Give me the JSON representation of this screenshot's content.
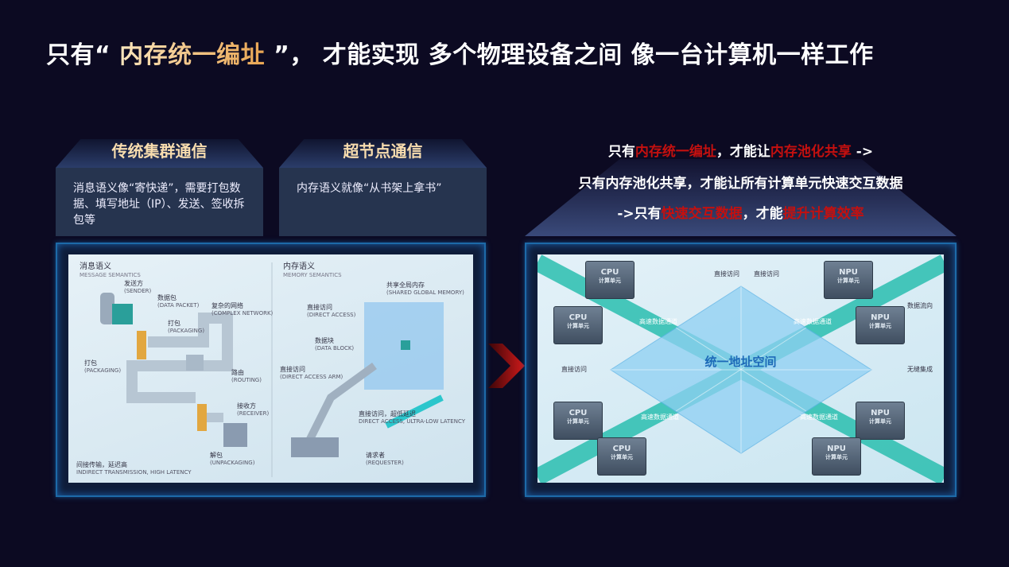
{
  "title": {
    "prefix": "只有“ ",
    "highlight": "内存统一编址",
    "suffix": " ”， 才能实现 多个物理设备之间 像一台计算机一样工作"
  },
  "cards": [
    {
      "title": "传统集群通信",
      "body": "消息语义像“寄快递”，需要打包数据、填写地址（IP）、发送、签收拆包等"
    },
    {
      "title": "超节点通信",
      "body": "内存语义就像“从书架上拿书”"
    }
  ],
  "right_text": {
    "line1": [
      {
        "t": "只有",
        "red": false
      },
      {
        "t": "内存统一编址",
        "red": true
      },
      {
        "t": "，才能让",
        "red": false
      },
      {
        "t": "内存池化共享",
        "red": true
      },
      {
        "t": " ->",
        "red": false
      }
    ],
    "line2": "只有内存池化共享，才能让所有计算单元快速交互数据",
    "line3": [
      {
        "t": "->只有",
        "red": false
      },
      {
        "t": "快速交互数据",
        "red": true
      },
      {
        "t": "，才能",
        "red": false
      },
      {
        "t": "提升计算效率",
        "red": true
      }
    ]
  },
  "left_image": {
    "msg_title": "消息语义",
    "msg_sub": "MESSAGE SEMANTICS",
    "mem_title": "内存语义",
    "mem_sub": "MEMORY SEMANTICS",
    "labels": [
      {
        "cn": "发送方",
        "en": "(SENDER)"
      },
      {
        "cn": "数据包",
        "en": "(DATA PACKET)"
      },
      {
        "cn": "打包",
        "en": "(PACKAGING)"
      },
      {
        "cn": "复杂的网络",
        "en": "(COMPLEX NETWORK)"
      },
      {
        "cn": "打包",
        "en": "(PACKAGING)"
      },
      {
        "cn": "路由",
        "en": "(ROUTING)"
      },
      {
        "cn": "接收方",
        "en": "(RECEIVER)"
      },
      {
        "cn": "解包",
        "en": "(UNPACKAGING)"
      },
      {
        "cn": "间接传输，延迟高",
        "en": "INDIRECT TRANSMISSION, HIGH LATENCY"
      },
      {
        "cn": "共享全局内存",
        "en": "(SHARED GLOBAL MEMORY)"
      },
      {
        "cn": "直接访问",
        "en": "(DIRECT ACCESS)"
      },
      {
        "cn": "数据块",
        "en": "(DATA BLOCK)"
      },
      {
        "cn": "直接访问",
        "en": "(DIRECT ACCESS ARM)"
      },
      {
        "cn": "直接访问，超低延迟",
        "en": "DIRECT ACCESS, ULTRA-LOW LATENCY"
      },
      {
        "cn": "请求者",
        "en": "(REQUESTER)"
      }
    ]
  },
  "right_image": {
    "center": "统一地址空间",
    "annotations": [
      "直接访问",
      "直接访问",
      "数据流向",
      "直接访问",
      "无缝集成"
    ],
    "chips": [
      {
        "name": "CPU",
        "sub": "计算单元"
      },
      {
        "name": "CPU",
        "sub": "计算单元"
      },
      {
        "name": "CPU",
        "sub": "计算单元"
      },
      {
        "name": "CPU",
        "sub": "计算单元"
      },
      {
        "name": "NPU",
        "sub": "计算单元"
      },
      {
        "name": "NPU",
        "sub": "计算单元"
      },
      {
        "name": "NPU",
        "sub": "计算单元"
      },
      {
        "name": "NPU",
        "sub": "计算单元"
      }
    ],
    "channel": "高速数据通道"
  },
  "colors": {
    "bg": "#0c0a22",
    "accent_red": "#c4100f",
    "gold": "#f7dcae",
    "teal": "#2bbfb0"
  }
}
